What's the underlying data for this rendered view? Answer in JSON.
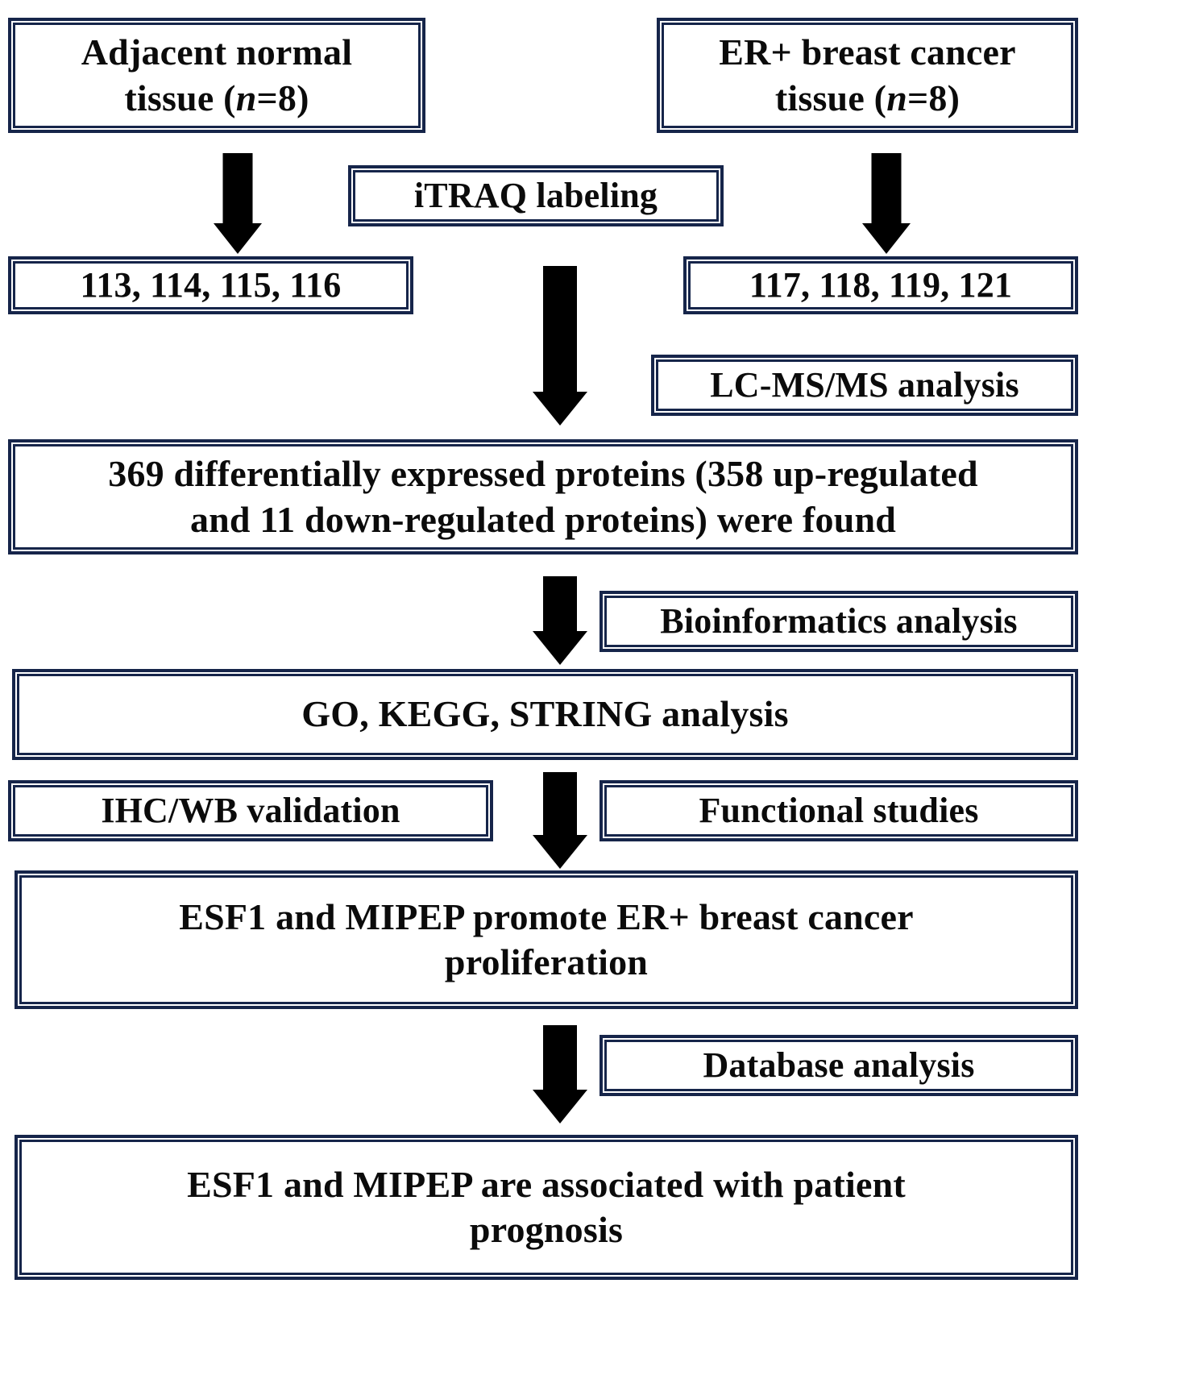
{
  "diagram": {
    "title": "Proteomic study workflow for ER+ breast cancer",
    "colors": {
      "box_border": "#16254a",
      "box_fill": "#ffffff",
      "arrow": "#000000",
      "text": "#0b0b0b"
    },
    "nodes": {
      "adjacent_normal": {
        "line1": "Adjacent normal",
        "line2_pre": "tissue (",
        "line2_italic": "n",
        "line2_post": "=8)"
      },
      "er_positive": {
        "line1": "ER+ breast cancer",
        "line2_pre": "tissue (",
        "line2_italic": "n",
        "line2_post": "=8)"
      },
      "itraq_labeling": {
        "label": "iTRAQ labeling"
      },
      "tags_left": {
        "label": "113, 114, 115, 116"
      },
      "tags_right": {
        "label": "117, 118, 119, 121"
      },
      "lcmsms": {
        "label": "LC-MS/MS analysis"
      },
      "deps": {
        "line1": "369 differentially expressed proteins (358 up-regulated",
        "line2": "and 11 down-regulated proteins) were found"
      },
      "bioinformatics": {
        "label": "Bioinformatics analysis"
      },
      "go_kegg_string": {
        "label": "GO, KEGG, STRING analysis"
      },
      "ihc_wb": {
        "label": "IHC/WB validation"
      },
      "functional": {
        "label": "Functional studies"
      },
      "proliferation": {
        "line1": "ESF1 and MIPEP promote ER+ breast cancer",
        "line2": "proliferation"
      },
      "database": {
        "label": "Database analysis"
      },
      "prognosis": {
        "line1": "ESF1 and MIPEP are associated with patient",
        "line2": "prognosis"
      }
    },
    "arrows": [
      {
        "name": "arrow-normal-to-tags-left",
        "from": "adjacent_normal",
        "to": "tags_left"
      },
      {
        "name": "arrow-er-to-tags-right",
        "from": "er_positive",
        "to": "tags_right"
      },
      {
        "name": "arrow-tags-to-deps",
        "from": "itraq_labeling",
        "to": "deps"
      },
      {
        "name": "arrow-deps-to-go",
        "from": "deps",
        "to": "go_kegg_string"
      },
      {
        "name": "arrow-go-to-proliferation",
        "from": "go_kegg_string",
        "to": "proliferation"
      },
      {
        "name": "arrow-proliferation-to-prognosis",
        "from": "proliferation",
        "to": "prognosis"
      }
    ]
  }
}
